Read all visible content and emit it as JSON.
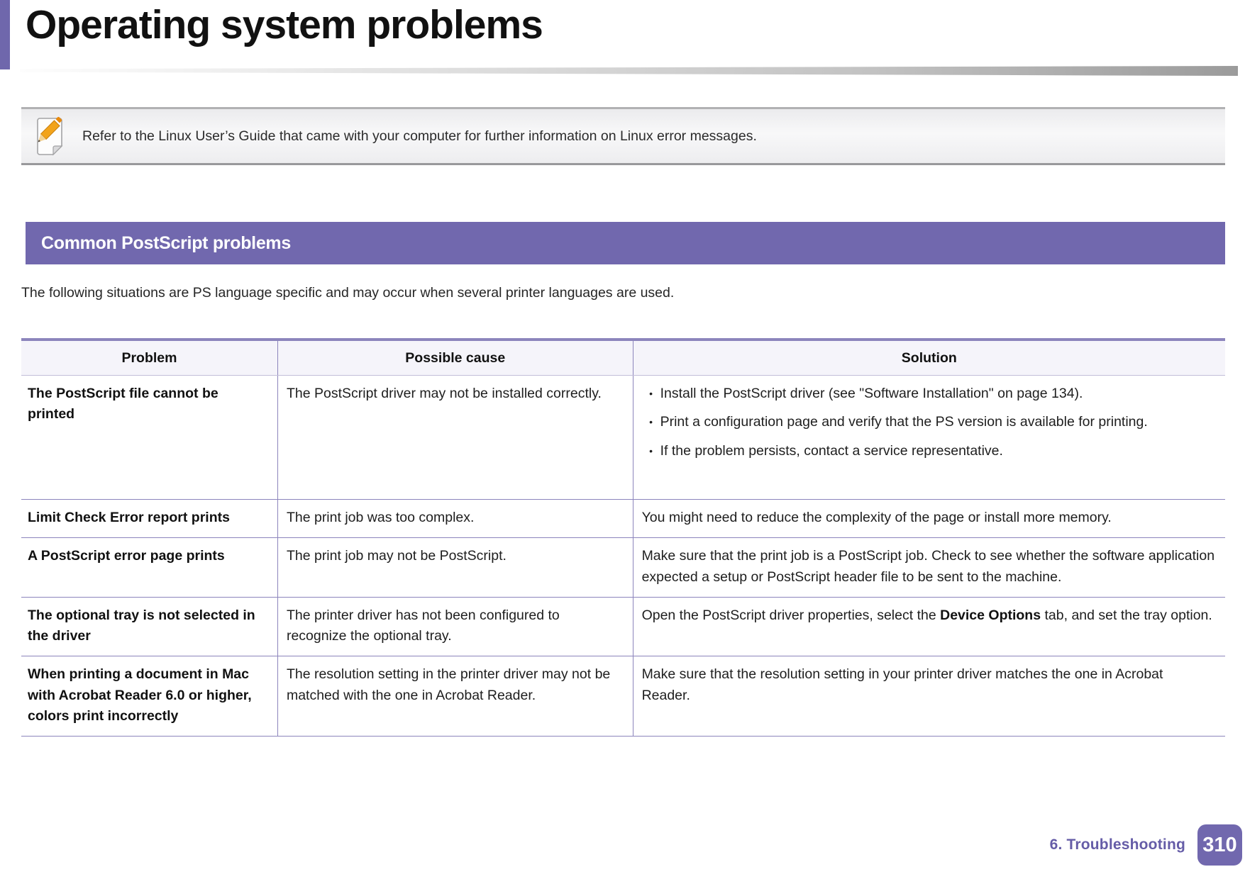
{
  "page": {
    "title": "Operating system problems",
    "footer": {
      "chapter": "6. Troubleshooting",
      "page_number": "310"
    }
  },
  "note": {
    "icon": "note-pencil-icon",
    "text": "Refer to the Linux User’s Guide that came with your computer for further information on Linux error messages."
  },
  "section": {
    "heading": "Common PostScript problems",
    "intro": "The following situations are PS language specific and may occur when several printer languages are used."
  },
  "table": {
    "headers": [
      "Problem",
      "Possible cause",
      "Solution"
    ],
    "rows": [
      {
        "problem": "The PostScript file cannot be printed",
        "cause": "The PostScript driver may not be installed correctly.",
        "solution_bullets": [
          "Install the PostScript driver (see \"Software Installation\" on page 134).",
          "Print a configuration page and verify that the PS version is available for printing.",
          "If the problem persists, contact a service representative."
        ]
      },
      {
        "problem": "Limit Check Error report prints",
        "cause": "The print job was too complex.",
        "solution": "You might need to reduce the complexity of the page or install more memory."
      },
      {
        "problem": "A PostScript error page prints",
        "cause": "The print job may not be PostScript.",
        "solution": "Make sure that the print job is a PostScript job. Check to see whether the software application expected a setup or PostScript header file to be sent to the machine."
      },
      {
        "problem": "The optional tray is not selected in the driver",
        "cause": "The printer driver has not been configured to recognize the optional tray.",
        "solution_parts": [
          "Open the PostScript driver properties, select the ",
          "Device Options",
          " tab, and set the tray option."
        ]
      },
      {
        "problem": "When printing a document in Mac with Acrobat Reader 6.0 or higher, colors print incorrectly",
        "cause": "The resolution setting in the printer driver may not be matched with the one in Acrobat Reader.",
        "solution": "Make sure that the resolution setting in your printer driver matches the one in Acrobat Reader."
      }
    ]
  },
  "colors": {
    "accent_purple": "#7168ae",
    "table_border": "#8c84bc",
    "header_row_bg": "#f5f4fa",
    "footer_text": "#655ca7",
    "note_bg": "#efeff1"
  }
}
